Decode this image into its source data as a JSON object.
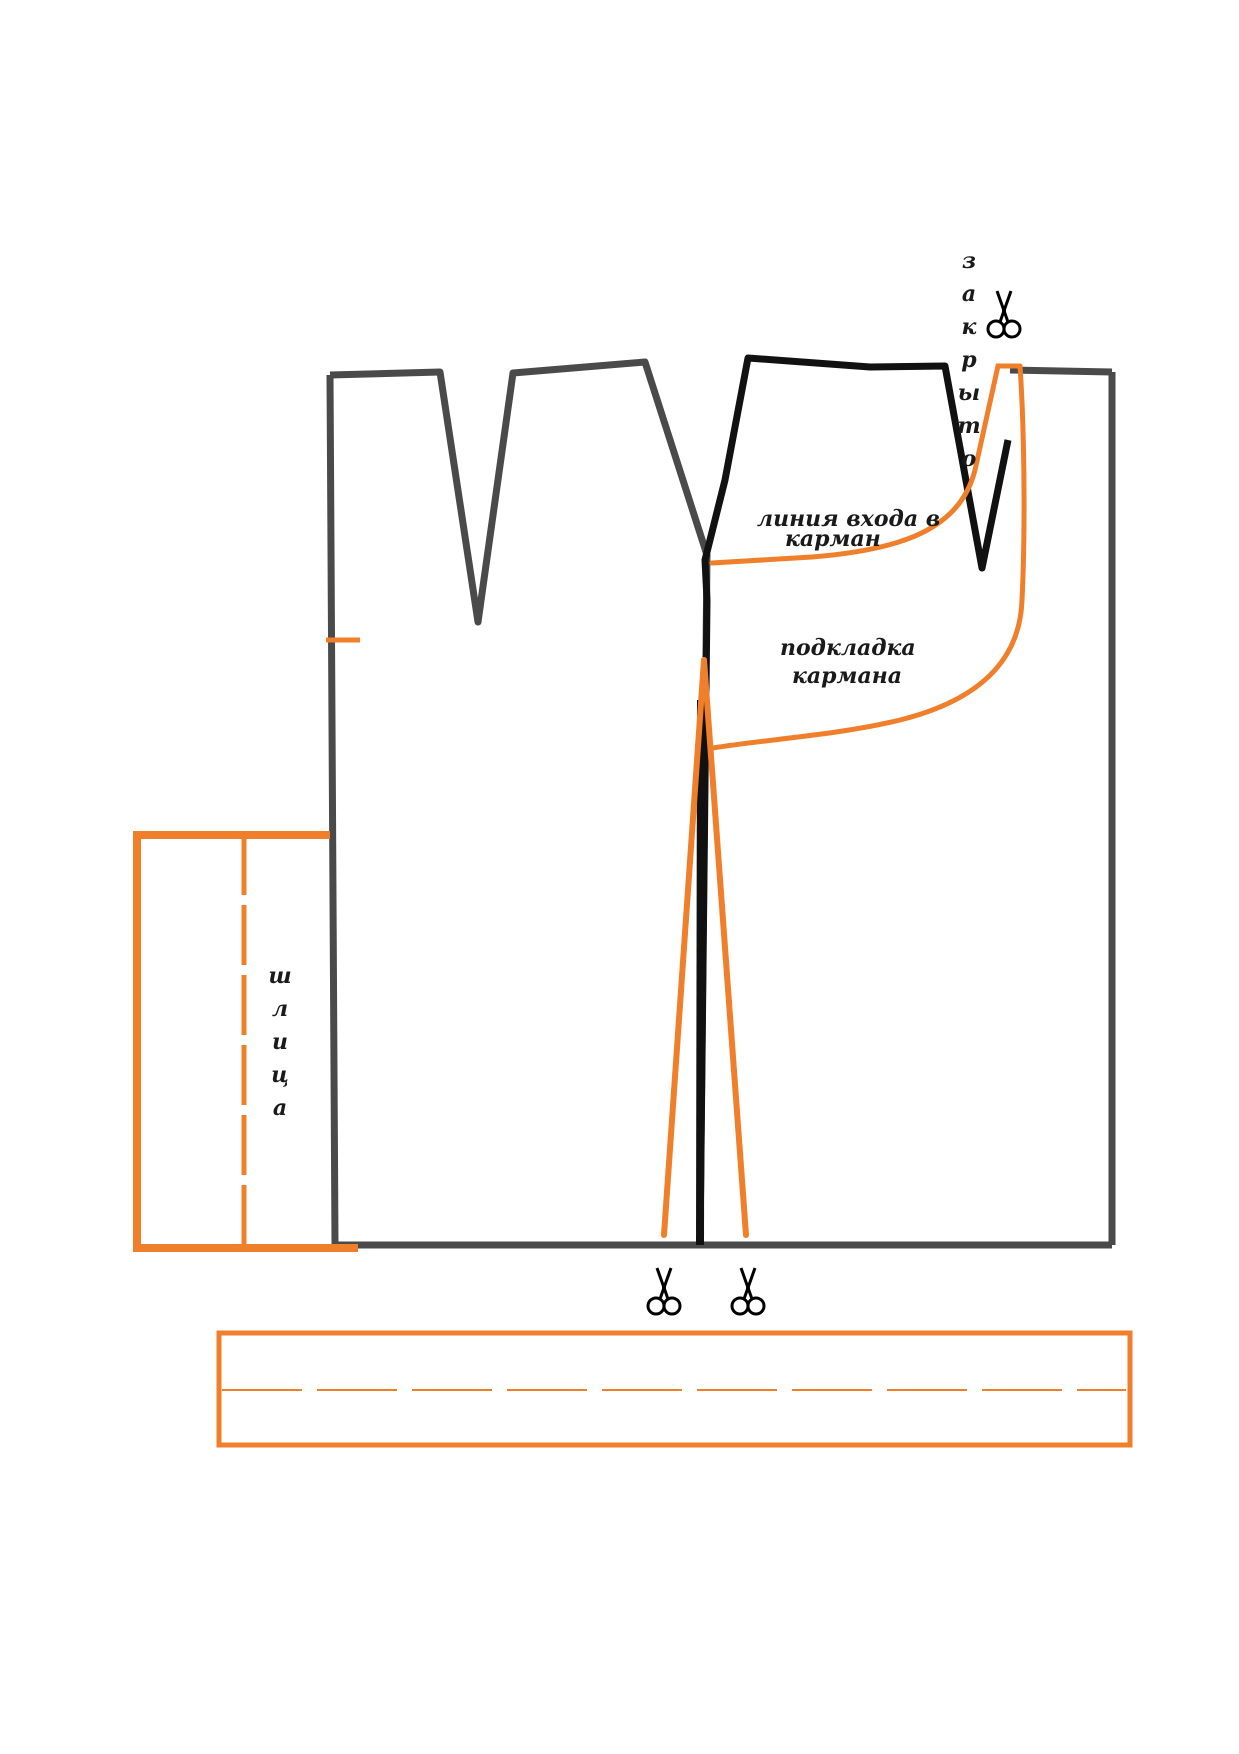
{
  "labels": {
    "pocket_entry_line_1": "линия входа в",
    "pocket_entry_line_2": "карман",
    "pocket_lining_1": "подкладка",
    "pocket_lining_2": "кармана",
    "closed_vertical": [
      "з",
      "а",
      "к",
      "р",
      "ы",
      "т",
      "о"
    ],
    "slit_vertical": [
      "ш",
      "л",
      "и",
      "ц",
      "а"
    ]
  },
  "colors": {
    "outline": "#4a4a4a",
    "dart": "#111111",
    "accent": "#f07f2c"
  },
  "icons": {
    "cut_marks": [
      "scissors-icon",
      "scissors-icon",
      "scissors-icon"
    ]
  }
}
